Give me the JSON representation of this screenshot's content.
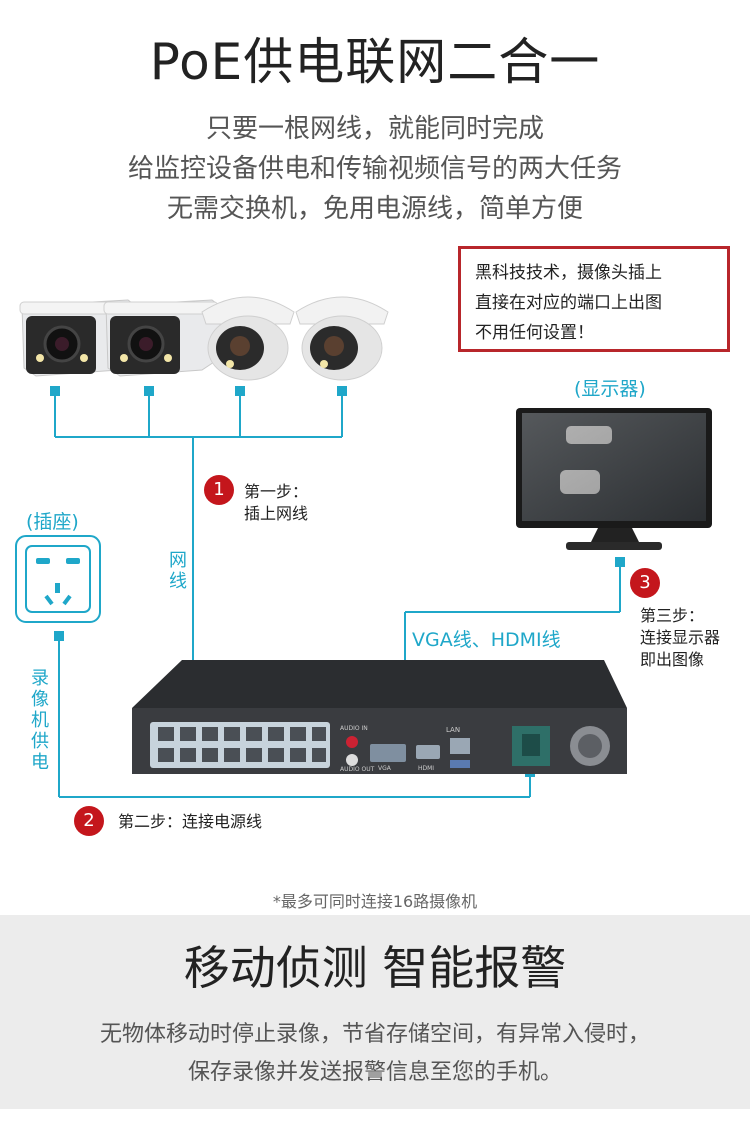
{
  "header": {
    "title": "PoE供电联网二合一",
    "lines": [
      "只要一根网线，就能同时完成",
      "给监控设备供电和传输视频信号的两大任务",
      "无需交换机，免用电源线，简单方便"
    ]
  },
  "notice": {
    "lines": [
      "黑科技技术，摄像头插上",
      "直接在对应的端口上出图",
      "不用任何设置！"
    ]
  },
  "labels": {
    "monitor": "(显示器)",
    "socket": "(插座)",
    "network_cable": "网线",
    "power_cable": "录像机供电",
    "video_cable": "VGA线、HDMI线"
  },
  "steps": [
    {
      "number": "1",
      "lines": [
        "第一步：",
        "插上网线"
      ]
    },
    {
      "number": "2",
      "lines": [
        "第二步：连接电源线"
      ]
    },
    {
      "number": "3",
      "lines": [
        "第三步：",
        "连接显示器",
        "即出图像"
      ]
    }
  ],
  "nvr": {
    "port_labels": [
      "LAN",
      "AUDIO IN",
      "AUDIO OUT",
      "VGA",
      "HDMI"
    ]
  },
  "footnote": "*最多可同时连接16路摄像机",
  "section2": {
    "title": "移动侦测  智能报警",
    "lines": [
      "无物体移动时停止录像，节省存储空间，有异常入侵时，",
      "保存录像并发送报警信息至您的手机。"
    ]
  },
  "colors": {
    "accent_blue": "#1fa7c9",
    "step_red": "#c4161c",
    "notice_border": "#b8262b"
  },
  "icons": [
    "bullet-camera-icon",
    "dome-camera-icon",
    "monitor-icon",
    "power-socket-icon",
    "nvr-recorder-icon"
  ]
}
